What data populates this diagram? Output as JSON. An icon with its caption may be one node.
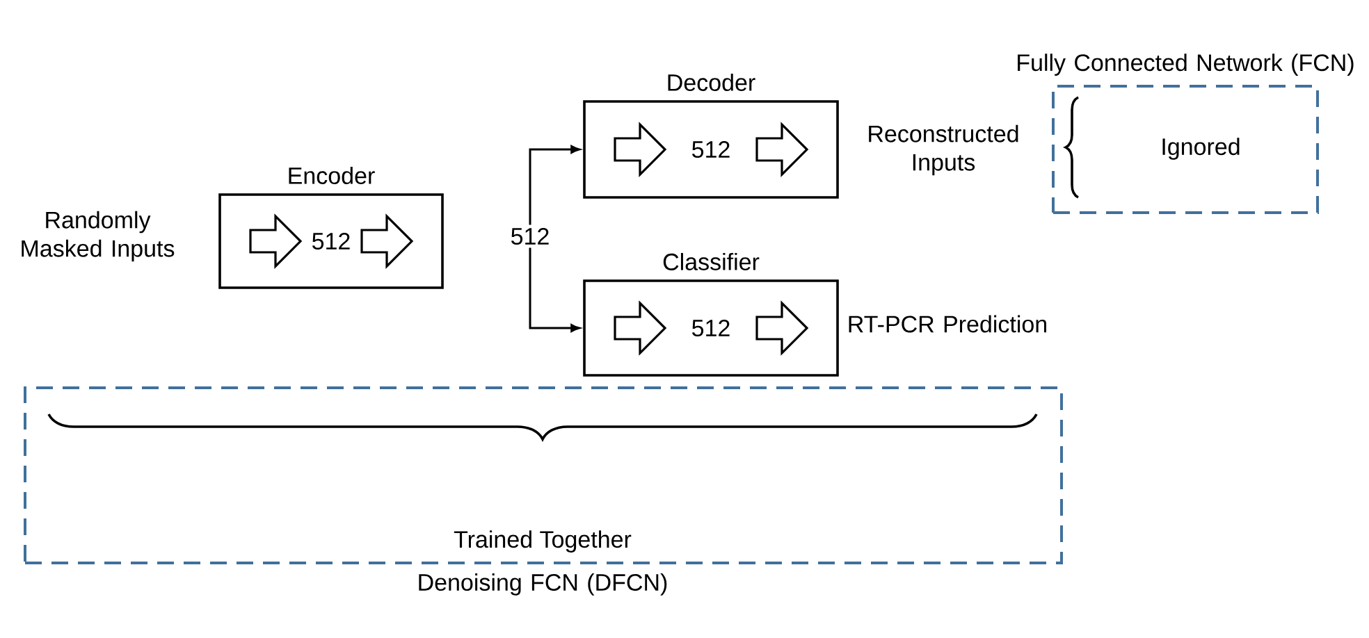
{
  "diagram": {
    "nodes": [
      {
        "text": [
          "Randomly Masked Inputs"
        ]
      },
      {
        "text": [
          "Encoder",
          "512"
        ]
      },
      {
        "text": [
          "Decoder",
          "512"
        ]
      },
      {
        "text": [
          "Classifier",
          "512"
        ]
      },
      {
        "text": [
          "Reconstructed Inputs"
        ]
      },
      {
        "text": [
          "RT-PCR Prediction"
        ]
      },
      {
        "text": [
          "Fully Connected Network (FCN)",
          "Ignored"
        ]
      },
      {
        "text": [
          "Trained Together",
          "Denoising FCN (DFCN)"
        ]
      },
      {
        "text": [
          "512"
        ]
      }
    ],
    "edges": [
      {
        "from": 8,
        "to": 2,
        "arrow": "to"
      },
      {
        "from": 8,
        "to": 3,
        "arrow": "to"
      }
    ]
  }
}
